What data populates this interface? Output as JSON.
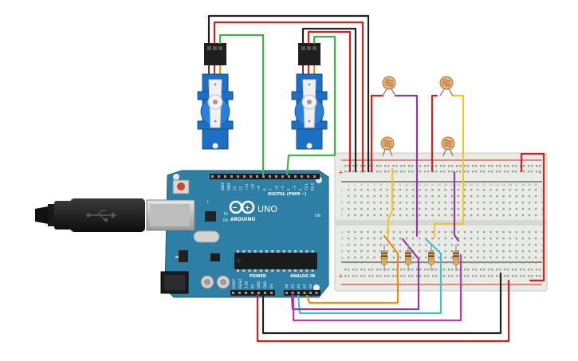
{
  "board": {
    "brand": "ARDUINO",
    "model": "UNO",
    "digital_header_label": "DIGITAL (PWM ~)",
    "power_label": "POWER",
    "analog_label": "ANALOG IN",
    "on_label": "ON",
    "tx_label": "TX",
    "rx_label": "RX",
    "l_label": "L",
    "digital_pins": [
      "AREF",
      "GND",
      "13",
      "12",
      "~11",
      "~10",
      "~9",
      "8",
      "7",
      "~6",
      "~5",
      "4",
      "~3",
      "2",
      "TX 1",
      "RX 0"
    ],
    "power_pins": [
      "IOREF",
      "RESET",
      "3.3V",
      "5V",
      "GND",
      "GND",
      "Vin"
    ],
    "analog_pins": [
      "A0",
      "A1",
      "A2",
      "A3",
      "A4",
      "A5"
    ]
  },
  "breadboard": {
    "column_numbers": [
      "1",
      "2",
      "3",
      "4",
      "5",
      "6",
      "7",
      "8",
      "9",
      "10",
      "11",
      "12",
      "13",
      "14",
      "15",
      "16",
      "17",
      "18",
      "19",
      "20",
      "21",
      "22",
      "23",
      "24",
      "25",
      "26",
      "27",
      "28",
      "29",
      "30"
    ],
    "row_letters_top": [
      "j",
      "i",
      "h",
      "g",
      "f"
    ],
    "row_letters_bottom": [
      "e",
      "d",
      "c",
      "b",
      "a"
    ],
    "rail_plus": "+",
    "rail_minus": "-"
  },
  "components": {
    "servos": [
      "servo-1",
      "servo-2"
    ],
    "photoresistors": [
      "ldr-1",
      "ldr-2",
      "ldr-3",
      "ldr-4"
    ],
    "resistors": [
      "resistor-1",
      "resistor-2",
      "resistor-3",
      "resistor-4"
    ]
  },
  "colors": {
    "board": "#2d7fa6",
    "breadboard": "#e9ebe7",
    "servo": "#1d6fc3",
    "wire_red": "#d9201d",
    "wire_black": "#222222",
    "wire_green": "#3fb544",
    "wire_purple": "#8e3a9e",
    "wire_yellow": "#f2c530",
    "wire_orange": "#f08c14",
    "wire_teal": "#45bfcb",
    "wire_magenta": "#c13aa8"
  }
}
